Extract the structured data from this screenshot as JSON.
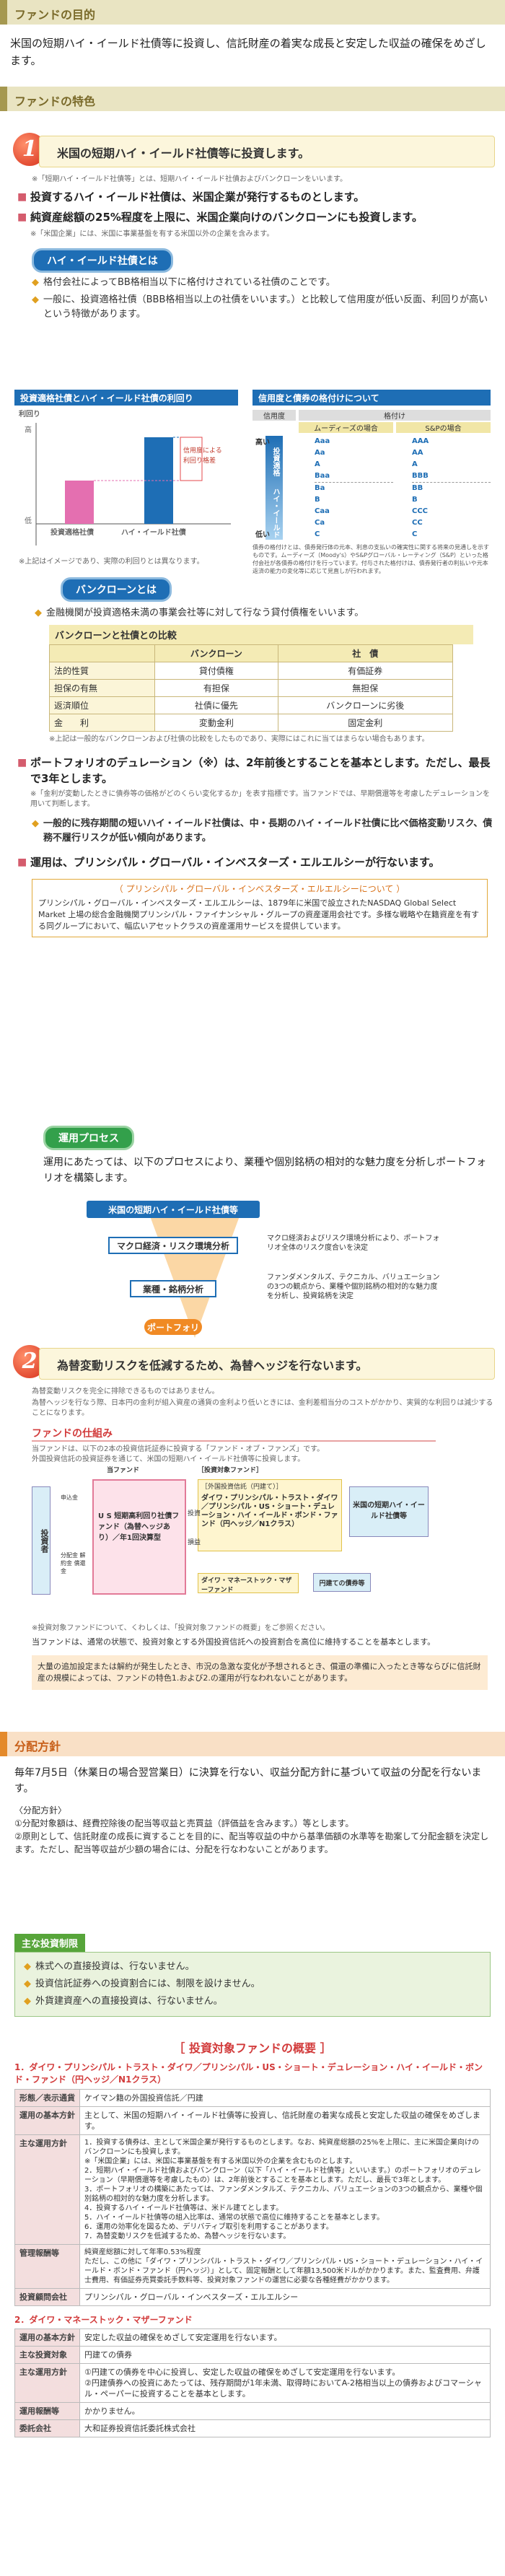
{
  "s1": {
    "title": "ファンドの目的",
    "text": "米国の短期ハイ・イールド社債等に投資し、信託財産の着実な成長と安定した収益の確保をめざします。"
  },
  "s2": {
    "title": "ファンドの特色"
  },
  "f1": {
    "num": "1",
    "head": "米国の短期ハイ・イールド社債等に投資します。",
    "note": "※「短期ハイ・イールド社債等」とは、短期ハイ・イールド社債およびバンクローンをいいます。",
    "b1": "投資するハイ・イールド社債は、米国企業が発行するものとします。",
    "b2": "純資産総額の25%程度を上限に、米国企業向けのバンクローンにも投資します。",
    "note2": "※「米国企業」には、米国に事業基盤を有する米国以外の企業を含みます。",
    "hy_pill": "ハイ・イールド社債とは",
    "hy1": "格付会社によってBB格相当以下に格付けされている社債のことです。",
    "hy2": "一般に、投資適格社債（BBB格相当以上の社債をいいます。）と比較して信用度が低い反面、利回りが高いという特徴があります。",
    "chart_title": "投資適格社債とハイ・イールド社債の利回り",
    "rating_title": "信用度と債券の格付けについて",
    "y_label": "利回り",
    "hi": "高",
    "lo": "低",
    "cat1": "投資適格社債",
    "cat2": "ハイ・イールド社債",
    "callout": "信用度による利回り格差",
    "chart_note": "※上記はイメージであり、実際の利回りとは異なります。",
    "r_col1": "信用度",
    "r_col2": "格付け",
    "r_moody": "ムーディーズの場合",
    "r_sp": "S&Pの場合",
    "r_high": "高い",
    "r_low": "低い",
    "r_ig": "投資適格",
    "r_hy": "ハイ・イールド",
    "r_m1": "Aaa",
    "r_m2": "Aa",
    "r_m3": "A",
    "r_m4": "Baa",
    "r_m5": "Ba",
    "r_m6": "B",
    "r_m7": "Caa",
    "r_m8": "Ca",
    "r_m9": "C",
    "r_s1": "AAA",
    "r_s2": "AA",
    "r_s3": "A",
    "r_s4": "BBB",
    "r_s5": "BB",
    "r_s6": "B",
    "r_s7": "CCC",
    "r_s8": "CC",
    "r_s9": "C",
    "r_note": "債券の格付けとは、債券発行体の元本、利息の支払いの確実性に関する将来の見通しを示すものです。ムーディーズ（Moody's）やS&Pグローバル・レーティング（S&P）といった格付会社が各債券の格付けを行っています。付与された格付けは、債券発行者の利払いや元本返済の能力の変化等に応じて見直しが行われます。",
    "bl_pill": "バンクローンとは",
    "bl1": "金融機関が投資適格未満の事業会社等に対して行なう貸付債権をいいます。",
    "cmp_title": "バンクローンと社債との比較",
    "cmp_h": [
      "",
      "バンクローン",
      "社　債"
    ],
    "cmp_rows": [
      [
        "法的性質",
        "貸付債権",
        "有価証券"
      ],
      [
        "担保の有無",
        "有担保",
        "無担保"
      ],
      [
        "返済順位",
        "社債に優先",
        "バンクローンに劣後"
      ],
      [
        "金　　利",
        "変動金利",
        "固定金利"
      ]
    ],
    "cmp_note": "※上記は一般的なバンクローンおよび社債の比較をしたものであり、実際にはこれに当てはまらない場合もあります。",
    "dur": "ポートフォリオのデュレーション（※）は、2年前後とすることを基本とします。ただし、最長で3年とします。",
    "dur_note": "※「金利が変動したときに債券等の価格がどのくらい変化するか」を表す指標です。当ファンドでは、早期償還等を考慮したデュレーションを用いて判断します。",
    "dur_sub": "一般的に残存期間の短いハイ・イールド社債は、中・長期のハイ・イールド社債に比べ価格変動リスク、債務不履行リスクが低い傾向があります。",
    "op": "運用は、プリンシパル・グローバル・インベスターズ・エルエルシーが行ないます。",
    "pgi_title": "（ プリンシパル・グローバル・インベスターズ・エルエルシーについて ）",
    "pgi_text": "プリンシパル・グローバル・インベスターズ・エルエルシーは、1879年に米国で設立されたNASDAQ Global Select Market 上場の総合金融機関プリンシパル・ファイナンシャル・グループの資産運用会社です。多様な戦略や在籍資産を有する同グループにおいて、幅広いアセットクラスの資産運用サービスを提供しています。",
    "proc_pill": "運用プロセス",
    "proc_text": "運用にあたっては、以下のプロセスにより、業種や個別銘柄の相対的な魅力度を分析しポートフォリオを構築します。",
    "proc_1": "米国の短期ハイ・イールド社債等",
    "proc_2": "マクロ経済・リスク環境分析",
    "proc_2n": "マクロ経済およびリスク環境分析により、ポートフォリオ全体のリスク度合いを決定",
    "proc_3": "業種・銘柄分析",
    "proc_3n": "ファンダメンタルズ、テクニカル、バリュエーションの3つの観点から、業種や個別銘柄の相対的な魅力度を分析し、投資銘柄を決定",
    "proc_4": "ポートフォリオ"
  },
  "f2": {
    "num": "2",
    "head": "為替変動リスクを低減するため、為替ヘッジを行ないます。",
    "n1": "為替変動リスクを完全に排除できるものではありません。",
    "n2": "為替ヘッジを行なう際、日本円の金利が組入資産の通貨の金利より低いときには、金利差相当分のコストがかかり、実質的な利回りは減少することになります。",
    "sk_title": "ファンドの仕組み",
    "sk_n1": "当ファンドは、以下の2本の投資信託証券に投資する「ファンド・オブ・ファンズ」です。",
    "sk_n2": "外国投資信託の投資証券を通じて、米国の短期ハイ・イールド社債等に投資します。",
    "d_invest": "投資者",
    "d_fund": "当ファンド",
    "d_us": "U S 短期高利回り社債ファンド（為替ヘッジあり）／年1回決算型",
    "d_master": "［投資対象ファンド］",
    "d_foreign": "［外国投資信託（円建て）］",
    "d_dh": "ダイワ・プリンシパル・トラスト・ダイワ／プリンシパル・US・ショート・デュレーション・ハイ・イールド・ボンド・ファンド（円ヘッジ／N1クラス）",
    "d_mm": "ダイワ・マネーストック・マザーファンド",
    "d_target": "米国の短期ハイ・イールド社債等",
    "d_jp": "円建ての債券等",
    "d_buy": "申込金",
    "d_ret": "分配金 解約金 償還金",
    "d_in": "投資",
    "d_gain": "損益",
    "sk_note": "※投資対象ファンドについて、くわしくは、「投資対象ファンドの概要」をご参照ください。",
    "sk_text": "当ファンドは、通常の状態で、投資対象とする外国投資信託への投資割合を高位に維持することを基本とします。",
    "sk_box": "大量の追加設定または解約が発生したとき、市況の急激な変化が予想されるとき、償還の準備に入ったとき等ならびに信託財産の規模によっては、ファンドの特色1.および2.の運用が行なわれないことがあります。"
  },
  "dist": {
    "title": "分配方針",
    "main": "毎年7月5日（休業日の場合翌営業日）に決算を行ない、収益分配方針に基づいて収益の分配を行ないます。",
    "pol": "〈分配方針〉",
    "p1": "①分配対象額は、経費控除後の配当等収益と売買益（評価益を含みます。）等とします。",
    "p2": "②原則として、信託財産の成長に資することを目的に、配当等収益の中から基準価額の水準等を勘案して分配金額を決定します。ただし、配当等収益が少額の場合には、分配を行なわないことがあります。"
  },
  "lim": {
    "title": "主な投資制限",
    "l1": "株式への直接投資は、行ないません。",
    "l2": "投資信託証券への投資割合には、制限を設けません。",
    "l3": "外貨建資産への直接投資は、行ないません。"
  },
  "ov": {
    "title": "［ 投資対象ファンドの概要 ］",
    "a_title": "1．ダイワ・プリンシパル・トラスト・ダイワ／プリンシパル・US・ショート・デュレーション・ハイ・イールド・ボンド・ファンド（円ヘッジ／N1クラス）",
    "a": [
      [
        "形態／表示通貨",
        "ケイマン籍の外国投資信託／円建"
      ],
      [
        "運用の基本方針",
        "主として、米国の短期ハイ・イールド社債等に投資し、信託財産の着実な成長と安定した収益の確保をめざします。"
      ],
      [
        "主な運用方針",
        "1．投資する債券は、主として米国企業が発行するものとします。なお、純資産総額の25%を上限に、主に米国企業向けのバンクローンにも投資します。\n※「米国企業」には、米国に事業基盤を有する米国以外の企業を含むものとします。\n2．短期ハイ・イールド社債およびバンクローン（以下「ハイ・イールド社債等」といいます。）のポートフォリオのデュレーション（早期償還等を考慮したもの）は、2年前後とすることを基本とします。ただし、最長で3年とします。\n3．ポートフォリオの構築にあたっては、ファンダメンタルズ、テクニカル、バリュエーションの3つの観点から、業種や個別銘柄の相対的な魅力度を分析します。\n4．投資するハイ・イールド社債等は、米ドル建てとします。\n5．ハイ・イールド社債等の組入比率は、通常の状態で高位に維持することを基本とします。\n6．運用の効率化を図るため、デリバティブ取引を利用することがあります。\n7．為替変動リスクを低減するため、為替ヘッジを行ないます。"
      ],
      [
        "管理報酬等",
        "純資産総額に対して年率0.53%程度\nただし、この他に「ダイワ・プリンシパル・トラスト・ダイワ／プリンシパル・US・ショート・デュレーション・ハイ・イールド・ボンド・ファンド（円ヘッジ）」として、固定報酬として年額13,500米ドルがかかります。また、監査費用、弁護士費用、有価証券売買委託手数料等、投資対象ファンドの運営に必要な各種経費がかかります。"
      ],
      [
        "投資顧問会社",
        "プリンシパル・グローバル・インベスターズ・エルエルシー"
      ]
    ],
    "b_title": "2．ダイワ・マネーストック・マザーファンド",
    "b": [
      [
        "運用の基本方針",
        "安定した収益の確保をめざして安定運用を行ないます。"
      ],
      [
        "主な投資対象",
        "円建ての債券"
      ],
      [
        "主な運用方針",
        "①円建ての債券を中心に投資し、安定した収益の確保をめざして安定運用を行ないます。\n②円建債券への投資にあたっては、残存期間が1年未満、取得時においてA-2格相当以上の債券およびコマーシャル・ペーパーに投資することを基本とします。"
      ],
      [
        "運用報酬等",
        "かかりません。"
      ],
      [
        "委託会社",
        "大和証券投資信託委託株式会社"
      ]
    ]
  }
}
